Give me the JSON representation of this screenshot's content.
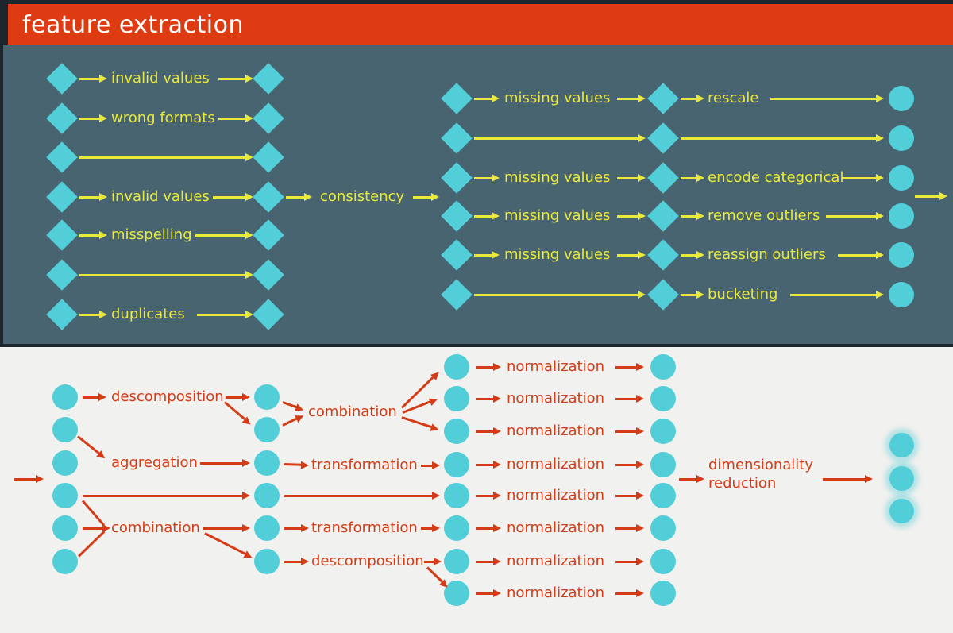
{
  "title": "feature extraction",
  "colors": {
    "banner": "#de3b12",
    "dark": "#1d262c",
    "slate": "#486470",
    "teal": "#51ced8",
    "yellow": "#e9e93c",
    "red": "#d43c17",
    "bg": "#f1f1ef",
    "title_text": "#ffffff"
  },
  "top": {
    "left_labels": [
      "invalid values",
      "wrong formats",
      "",
      "invalid values",
      "misspelling",
      "",
      "duplicates"
    ],
    "hub_label": "consistency",
    "pre_labels": [
      "missing values",
      "",
      "missing values",
      "missing values",
      "missing values",
      ""
    ],
    "post_labels": [
      "rescale",
      "",
      "encode categorical",
      "remove outliers",
      "reassign outliers",
      "bucketing"
    ]
  },
  "bottom": {
    "stage1_labels": [
      "descomposition",
      "aggregation",
      "combination"
    ],
    "stage2_labels": [
      "combination",
      "transformation",
      "transformation",
      "descomposition"
    ],
    "normalization_labels": [
      "normalization",
      "normalization",
      "normalization",
      "normalization",
      "normalization",
      "normalization",
      "normalization",
      "normalization"
    ],
    "final_label_line1": "dimensionality",
    "final_label_line2": "reduction"
  }
}
